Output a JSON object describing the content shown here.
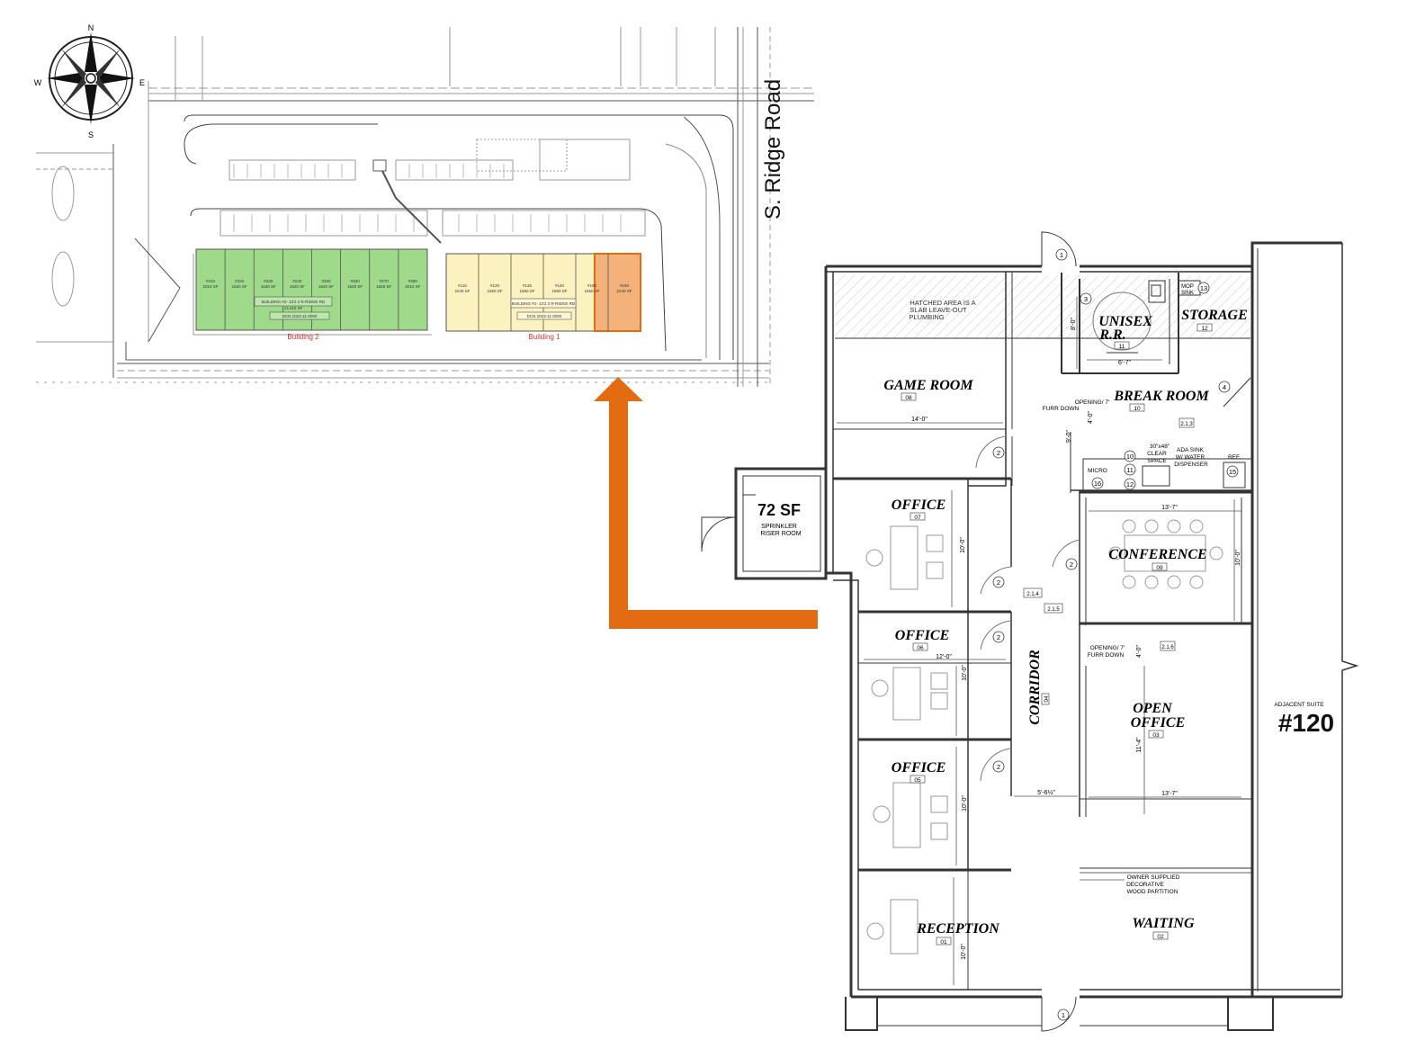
{
  "colors": {
    "line": "#333333",
    "light_line": "#9a9a9a",
    "green": "#9fd98a",
    "yellow": "#fbf2c0",
    "highlight": "#f2b27a",
    "arrow": "#e36c12",
    "label_red": "#d0302f"
  },
  "compass": {
    "n": "N",
    "s": "S",
    "e": "E",
    "w": "W"
  },
  "site": {
    "road_label": "S. Ridge Road",
    "building2": {
      "label": "Building 2",
      "units": [
        {
          "num": "#210",
          "sf": "2010 SF"
        },
        {
          "num": "#220",
          "sf": "1620 SF"
        },
        {
          "num": "#230",
          "sf": "1620 SF"
        },
        {
          "num": "#240",
          "sf": "1620 SF"
        },
        {
          "num": "#250",
          "sf": "1620 SF"
        },
        {
          "num": "#260",
          "sf": "1620 SF"
        },
        {
          "num": "#270",
          "sf": "1620 SF"
        },
        {
          "num": "#280",
          "sf": "2010 SF"
        }
      ],
      "note1": "BUILDING #2- 13'2 2 R-RIDGE RD",
      "note2": "13,410 SF",
      "note3": "DCN 2023-11-0000"
    },
    "building1": {
      "label": "Building 1",
      "units": [
        {
          "num": "#110",
          "sf": "2240 SF"
        },
        {
          "num": "#120",
          "sf": "1650 SF"
        },
        {
          "num": "#130",
          "sf": "1650 SF"
        },
        {
          "num": "#140",
          "sf": "1650 SF"
        },
        {
          "num": "#150",
          "sf": "1650 SF"
        },
        {
          "num": "#160",
          "sf": "2240 SF"
        }
      ],
      "note1": "BUILDING #1- 13'2 2 R-RIDGE RD",
      "note2": "DCN 2023-11-0000"
    }
  },
  "floorplan": {
    "hatched_note": [
      "HATCHED AREA IS A",
      "SLAB LEAVE-OUT",
      "PLUMBING"
    ],
    "rooms": {
      "game_room": {
        "name": "GAME  ROOM",
        "num": "08"
      },
      "office_07": {
        "name": "OFFICE",
        "num": "07"
      },
      "office_06": {
        "name": "OFFICE",
        "num": "06"
      },
      "office_05": {
        "name": "OFFICE",
        "num": "05"
      },
      "reception": {
        "name": "RECEPTION",
        "num": "01"
      },
      "waiting": {
        "name": "WAITING",
        "num": "02"
      },
      "open_office": {
        "name_line1": "OPEN",
        "name_line2": "OFFICE",
        "num": "03"
      },
      "corridor": {
        "name": "CORRIDOR",
        "num": "04"
      },
      "conference": {
        "name": "CONFERENCE",
        "num": "09"
      },
      "break_room": {
        "name": "BREAK  ROOM",
        "num": "10"
      },
      "unisex_rr": {
        "name_line1": "UNISEX",
        "name_line2": "R.R.",
        "num": "11"
      },
      "storage": {
        "name": "STORAGE",
        "num": "12"
      }
    },
    "sprinkler": {
      "area": "72  SF",
      "line1": "SPRINKLER",
      "line2": "RISER ROOM"
    },
    "adjacent": {
      "label": "ADJACENT SUITE",
      "suite": "#120"
    },
    "dims": {
      "game_w": "14'-0\"",
      "office06_w": "12'-0\"",
      "office07_h": "10'-0\"",
      "office06_h": "10'-0\"",
      "office05_h": "10'-0\"",
      "reception_h": "10'-0\"",
      "conf_w": "13'-7\"",
      "conf_h": "10'-0\"",
      "open_w": "13'-7\"",
      "open_h": "11'-4\"",
      "corr_w": "5'-6½\"",
      "rr_h": "8'-0\"",
      "rr_w": "6'-7\"",
      "break_h1": "4'-0\"",
      "break_h2": "9'-0\"",
      "open_h2": "4'-0\""
    },
    "notes": {
      "opening1": [
        "OPENING/ 7'",
        "FURR DOWN"
      ],
      "opening2": [
        "OPENING/ 7'",
        "FURR DOWN"
      ],
      "clear_space": [
        "30\"x48\"",
        "CLEAR",
        "SPACE"
      ],
      "ada_sink": [
        "ADA SINK",
        "W/ WATER",
        "DISPENSER"
      ],
      "micro": "MICRO",
      "ref": "REF.",
      "mop_sink": [
        "MOP",
        "SINK"
      ],
      "partition": [
        "OWNER SUPPLIED",
        "DECORATIVE",
        "WOOD PARTITION"
      ]
    },
    "tags": {
      "t1": "1",
      "t2": "2",
      "t3": "3",
      "t4": "4",
      "t10": "10",
      "t11": "11",
      "t12": "12",
      "t13": "13",
      "t15": "15",
      "t16": "16",
      "k214": "2.1.4",
      "k215": "2.1.5",
      "k216": "2.1.6",
      "k213": "2.1.3"
    }
  }
}
